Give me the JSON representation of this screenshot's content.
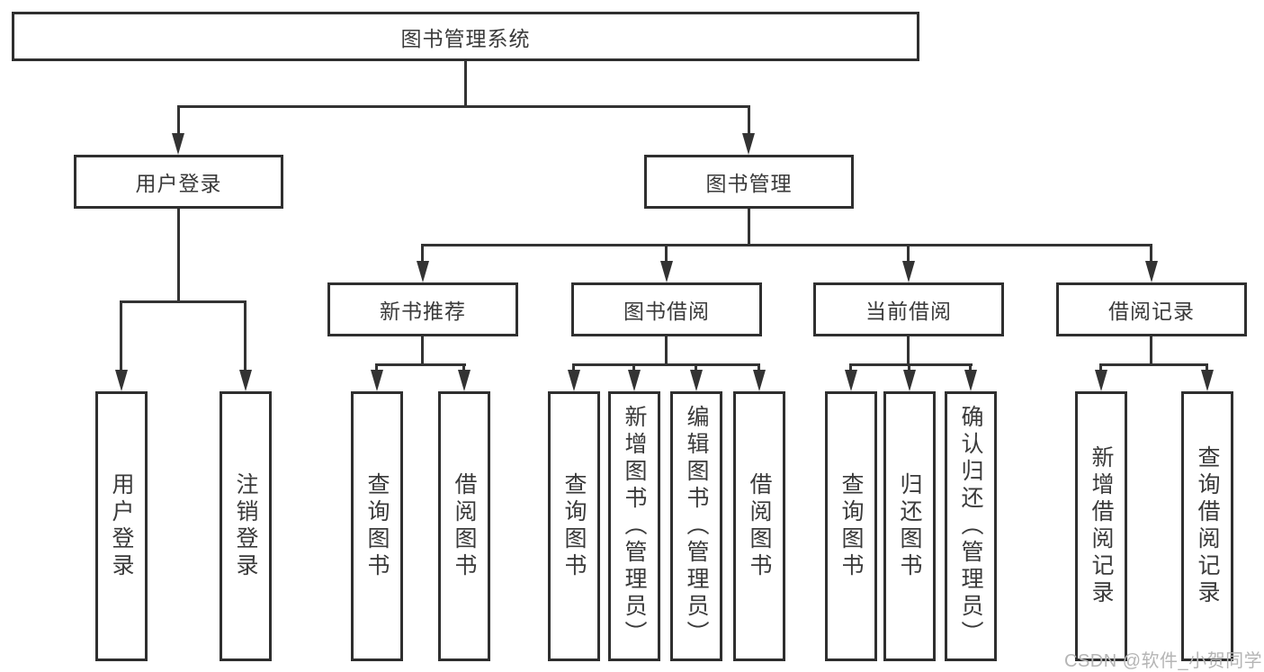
{
  "diagram_title": "图书管理系统",
  "colors": {
    "background": "#ffffff",
    "line": "#333333",
    "box_border": "#2f2f2f",
    "text": "#3a3a3a",
    "watermark": "#b5b5b5"
  },
  "tree": {
    "label": "图书管理系统",
    "children": [
      {
        "label": "用户登录",
        "children": [
          {
            "label": "用户登录"
          },
          {
            "label": "注销登录"
          }
        ]
      },
      {
        "label": "图书管理",
        "children": [
          {
            "label": "新书推荐",
            "children": [
              {
                "label": "查询图书"
              },
              {
                "label": "借阅图书"
              }
            ]
          },
          {
            "label": "图书借阅",
            "children": [
              {
                "label": "查询图书"
              },
              {
                "label": "新增图书（管理员）"
              },
              {
                "label": "编辑图书（管理员）"
              },
              {
                "label": "借阅图书"
              }
            ]
          },
          {
            "label": "当前借阅",
            "children": [
              {
                "label": "查询图书"
              },
              {
                "label": "归还图书"
              },
              {
                "label": "确认归还（管理员）"
              }
            ]
          },
          {
            "label": "借阅记录",
            "children": [
              {
                "label": "新增借阅记录"
              },
              {
                "label": "查询借阅记录"
              }
            ]
          }
        ]
      }
    ]
  },
  "watermark": {
    "text": "CSDN @软件_小贺同学"
  }
}
